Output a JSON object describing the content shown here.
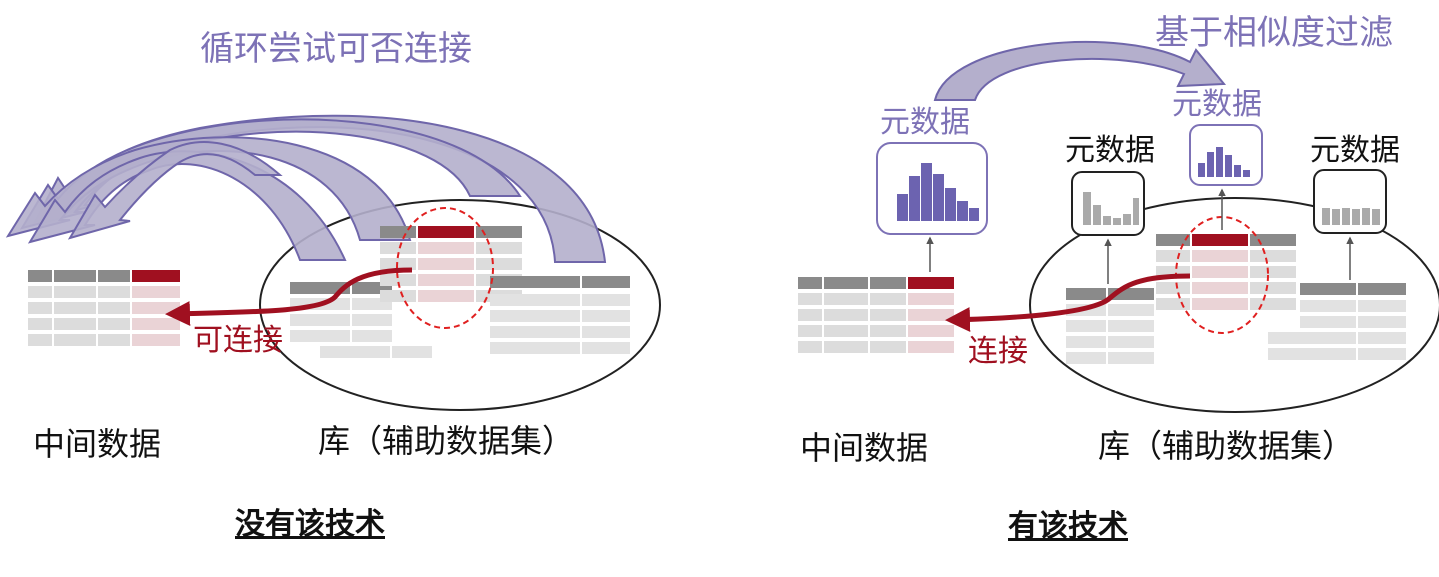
{
  "left_panel": {
    "loop_label": "循环尝试可否连接",
    "join_label": "可连接",
    "intermediate_label": "中间数据",
    "library_label": "库（辅助数据集）",
    "caption": "没有该技术"
  },
  "right_panel": {
    "filter_label": "基于相似度过滤",
    "metadata_labels": [
      "元数据",
      "元数据",
      "元数据",
      "元数据"
    ],
    "join_label": "连接",
    "intermediate_label": "中间数据",
    "library_label": "库（辅助数据集）",
    "caption": "有该技术"
  },
  "colors": {
    "purple": "#7d72b6",
    "arrow_fill": "#b4afcc",
    "dark_red": "#a01020",
    "table_header": "#8a8a8a",
    "table_cell": "#dcdcdc",
    "highlight_cell": "#ead3d6",
    "histogram_purple": "#6c63b0",
    "histogram_gray": "#aaaaaa"
  }
}
